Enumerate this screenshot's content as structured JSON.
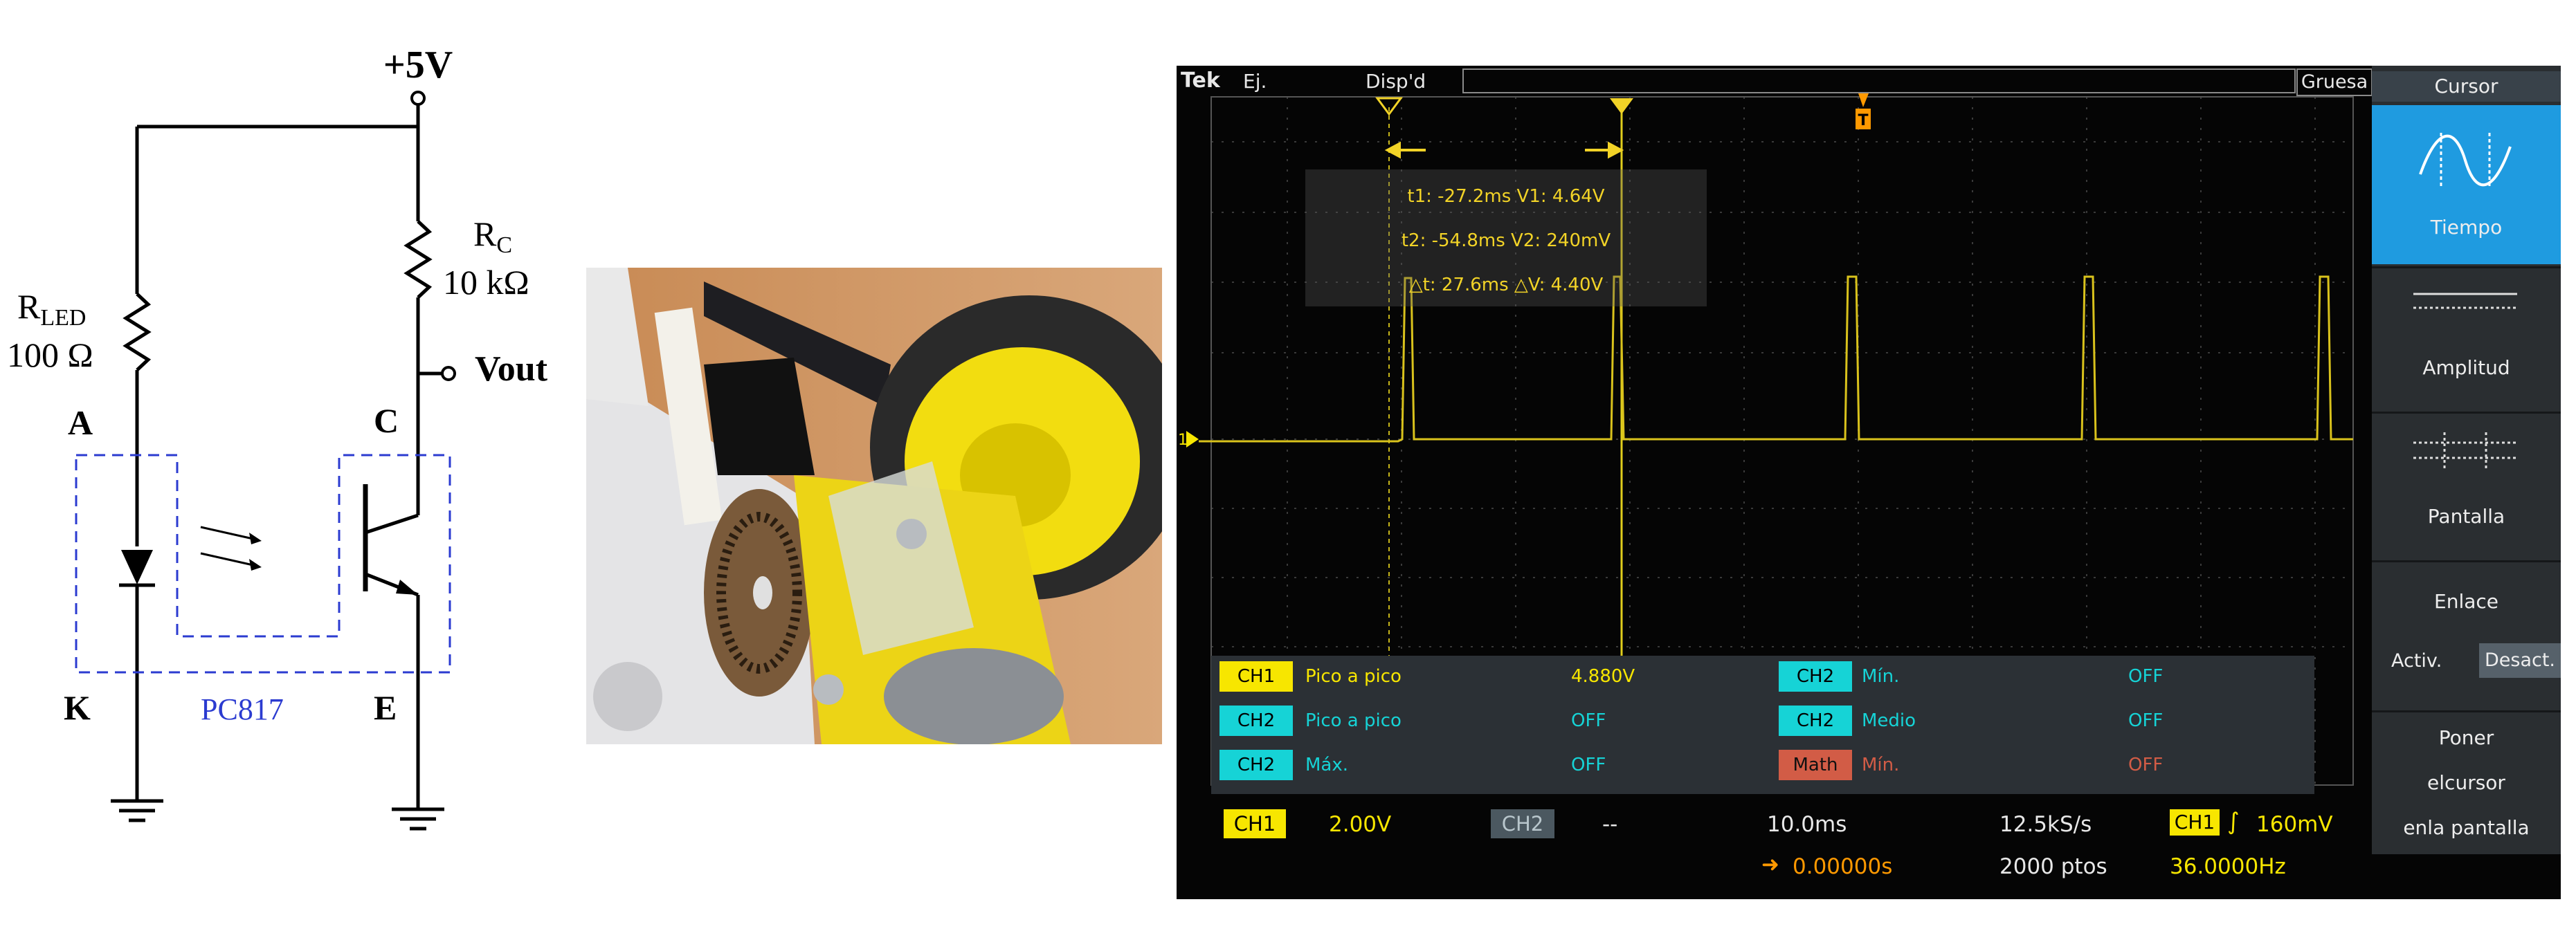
{
  "circuit": {
    "supply_label": "+5V",
    "rled_label": "R",
    "rled_sub": "LED",
    "rled_value": "100 Ω",
    "rc_label": "R",
    "rc_sub": "C",
    "rc_value": "10 kΩ",
    "vout_label": "Vout",
    "node_a": "A",
    "node_k": "K",
    "node_c": "C",
    "node_e": "E",
    "part_label": "PC817",
    "colors": {
      "wire": "#000000",
      "package_box": "#2b3bd0",
      "part_label": "#2b3bd0"
    }
  },
  "scope": {
    "top": {
      "brand": "Tek",
      "mode": "Ej.",
      "display": "Disp'd",
      "zoom_mode": "Gruesa"
    },
    "cursor_readout": {
      "line1": "t1: -27.2ms  V1: 4.64V",
      "line2": "t2: -54.8ms  V2: 240mV",
      "line3": "△t: 27.6ms  △V: 4.40V"
    },
    "measurements": [
      {
        "badge": "CH1",
        "label": "Pico a pico",
        "value": "4.880V",
        "badge_color": "ch1"
      },
      {
        "badge": "CH2",
        "label": "Pico a pico",
        "value": "OFF",
        "badge_color": "ch2"
      },
      {
        "badge": "CH2",
        "label": "Máx.",
        "value": "OFF",
        "badge_color": "ch2"
      },
      {
        "badge": "CH2",
        "label": "Mín.",
        "value": "OFF",
        "badge_color": "ch2"
      },
      {
        "badge": "CH2",
        "label": "Medio",
        "value": "OFF",
        "badge_color": "ch2"
      },
      {
        "badge": "Math",
        "label": "Mín.",
        "value": "OFF",
        "badge_color": "math"
      }
    ],
    "status": {
      "ch1": "CH1",
      "ch1_scale": "2.00V",
      "ch2": "CH2",
      "ch2_scale": "--",
      "timebase": "10.0ms",
      "trigger_pos": "0.00000s",
      "sample_rate": "12.5kS/s",
      "points": "2000 ptos",
      "trig_src": "CH1",
      "trig_level": "160mV",
      "frequency": "36.0000Hz"
    },
    "menu": {
      "title": "Cursor",
      "items": [
        "Tiempo",
        "Amplitud",
        "Pantalla",
        "Enlace"
      ],
      "activ_label": "Activ.",
      "desact_label": "Desact.",
      "poner_lines": [
        "Poner",
        "elcursor",
        "enla pantalla"
      ]
    },
    "ch1_marker": "1",
    "cursor_marker_t": "T",
    "colors": {
      "trace": "#d9c21c",
      "ch1": "#f7e600",
      "ch2": "#16d3d6",
      "math": "#d25c46",
      "menu_selected": "#1f9be0",
      "trigger": "#ff9900"
    }
  }
}
